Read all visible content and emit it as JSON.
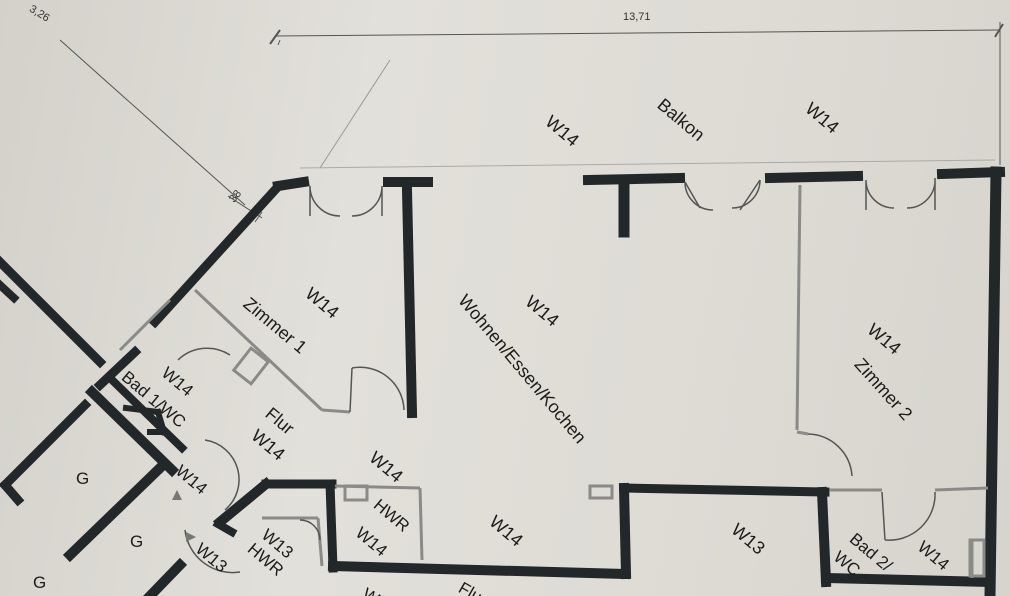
{
  "dimensions": {
    "total_width": "13,71",
    "small_top_left": "3,26",
    "wall_stub": "38"
  },
  "rooms": {
    "balkon": {
      "name": "Balkon",
      "codes": [
        "W14",
        "W14"
      ]
    },
    "zimmer1": {
      "name": "Zimmer 1",
      "code": "W14"
    },
    "wohnen": {
      "name": "Wohnen/Essen/Kochen",
      "code": "W14"
    },
    "zimmer2": {
      "name": "Zimmer 2",
      "code": "W14"
    },
    "bad1": {
      "name": "Bad 1/WC",
      "code": "W14"
    },
    "flur": {
      "name": "Flur",
      "code": "W14",
      "extra_code": "W14"
    },
    "hall_code": "W14",
    "hwr1": {
      "name": "HWR",
      "code": "W14"
    },
    "hwr2": {
      "name": "HWR",
      "code": "W13"
    },
    "center_code": "W14",
    "right_code": "W13",
    "bad2": {
      "name_line1": "Bad 2/",
      "name_line2": "WC",
      "code": "W14"
    },
    "g_labels": [
      "G",
      "G",
      "G"
    ],
    "stair_code": "W13",
    "bottom_partial": [
      "W",
      "Flu"
    ]
  },
  "colors": {
    "wall": "#22272a",
    "thin_wall": "#8a8a88",
    "paper": "#dddbd4"
  }
}
